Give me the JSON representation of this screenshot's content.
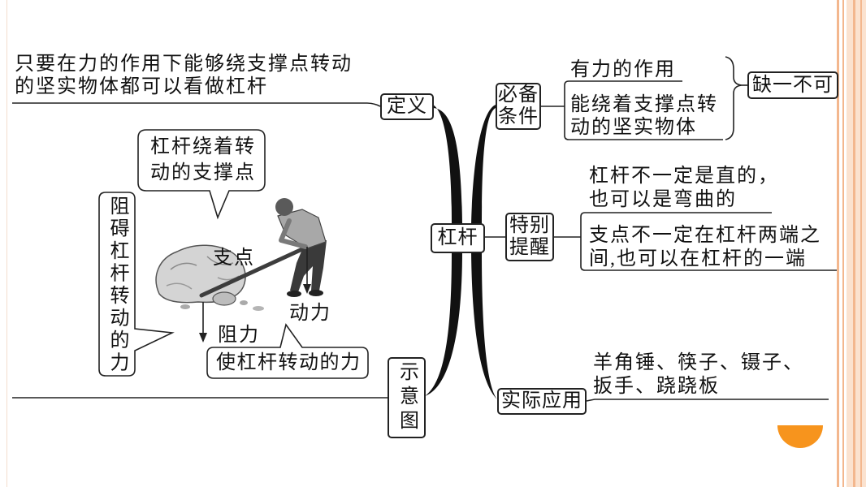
{
  "center": {
    "label": "杠杆"
  },
  "definition": {
    "label": "定义",
    "lines": [
      "只要在力的作用下能够绕支撑点转动",
      "的坚实物体都可以看做杠杆"
    ]
  },
  "diagram": {
    "label": "示意图",
    "fulcrum_callout": [
      "杠杆绕着转",
      "动的支撑点"
    ],
    "resistance_callout": "阻碍杠杆转动的力",
    "effort_callout": "使杠杆转动的力",
    "fulcrum_label": "支点",
    "effort_label": "动力",
    "resistance_label": "阻力"
  },
  "conditions": {
    "label": [
      "必备",
      "条件"
    ],
    "items": [
      {
        "lines": [
          "有力的作用"
        ]
      },
      {
        "lines": [
          "能绕着支撑点转",
          "动的坚实物体"
        ]
      }
    ],
    "summary": "缺一不可"
  },
  "reminders": {
    "label": [
      "特别",
      "提醒"
    ],
    "items": [
      {
        "lines": [
          "杠杆不一定是直的，",
          "也可以是弯曲的"
        ]
      },
      {
        "lines": [
          "支点不一定在杠杆两端之",
          "间,也可以在杠杆的一端"
        ]
      }
    ]
  },
  "applications": {
    "label": "实际应用",
    "lines": [
      "羊角锤、筷子、镊子、",
      "扳手、跷跷板"
    ]
  },
  "colors": {
    "accent": "#f7941d",
    "stripe_light": "#fbe2cf",
    "stripe_dark": "#f3b78e",
    "ink": "#111111"
  }
}
